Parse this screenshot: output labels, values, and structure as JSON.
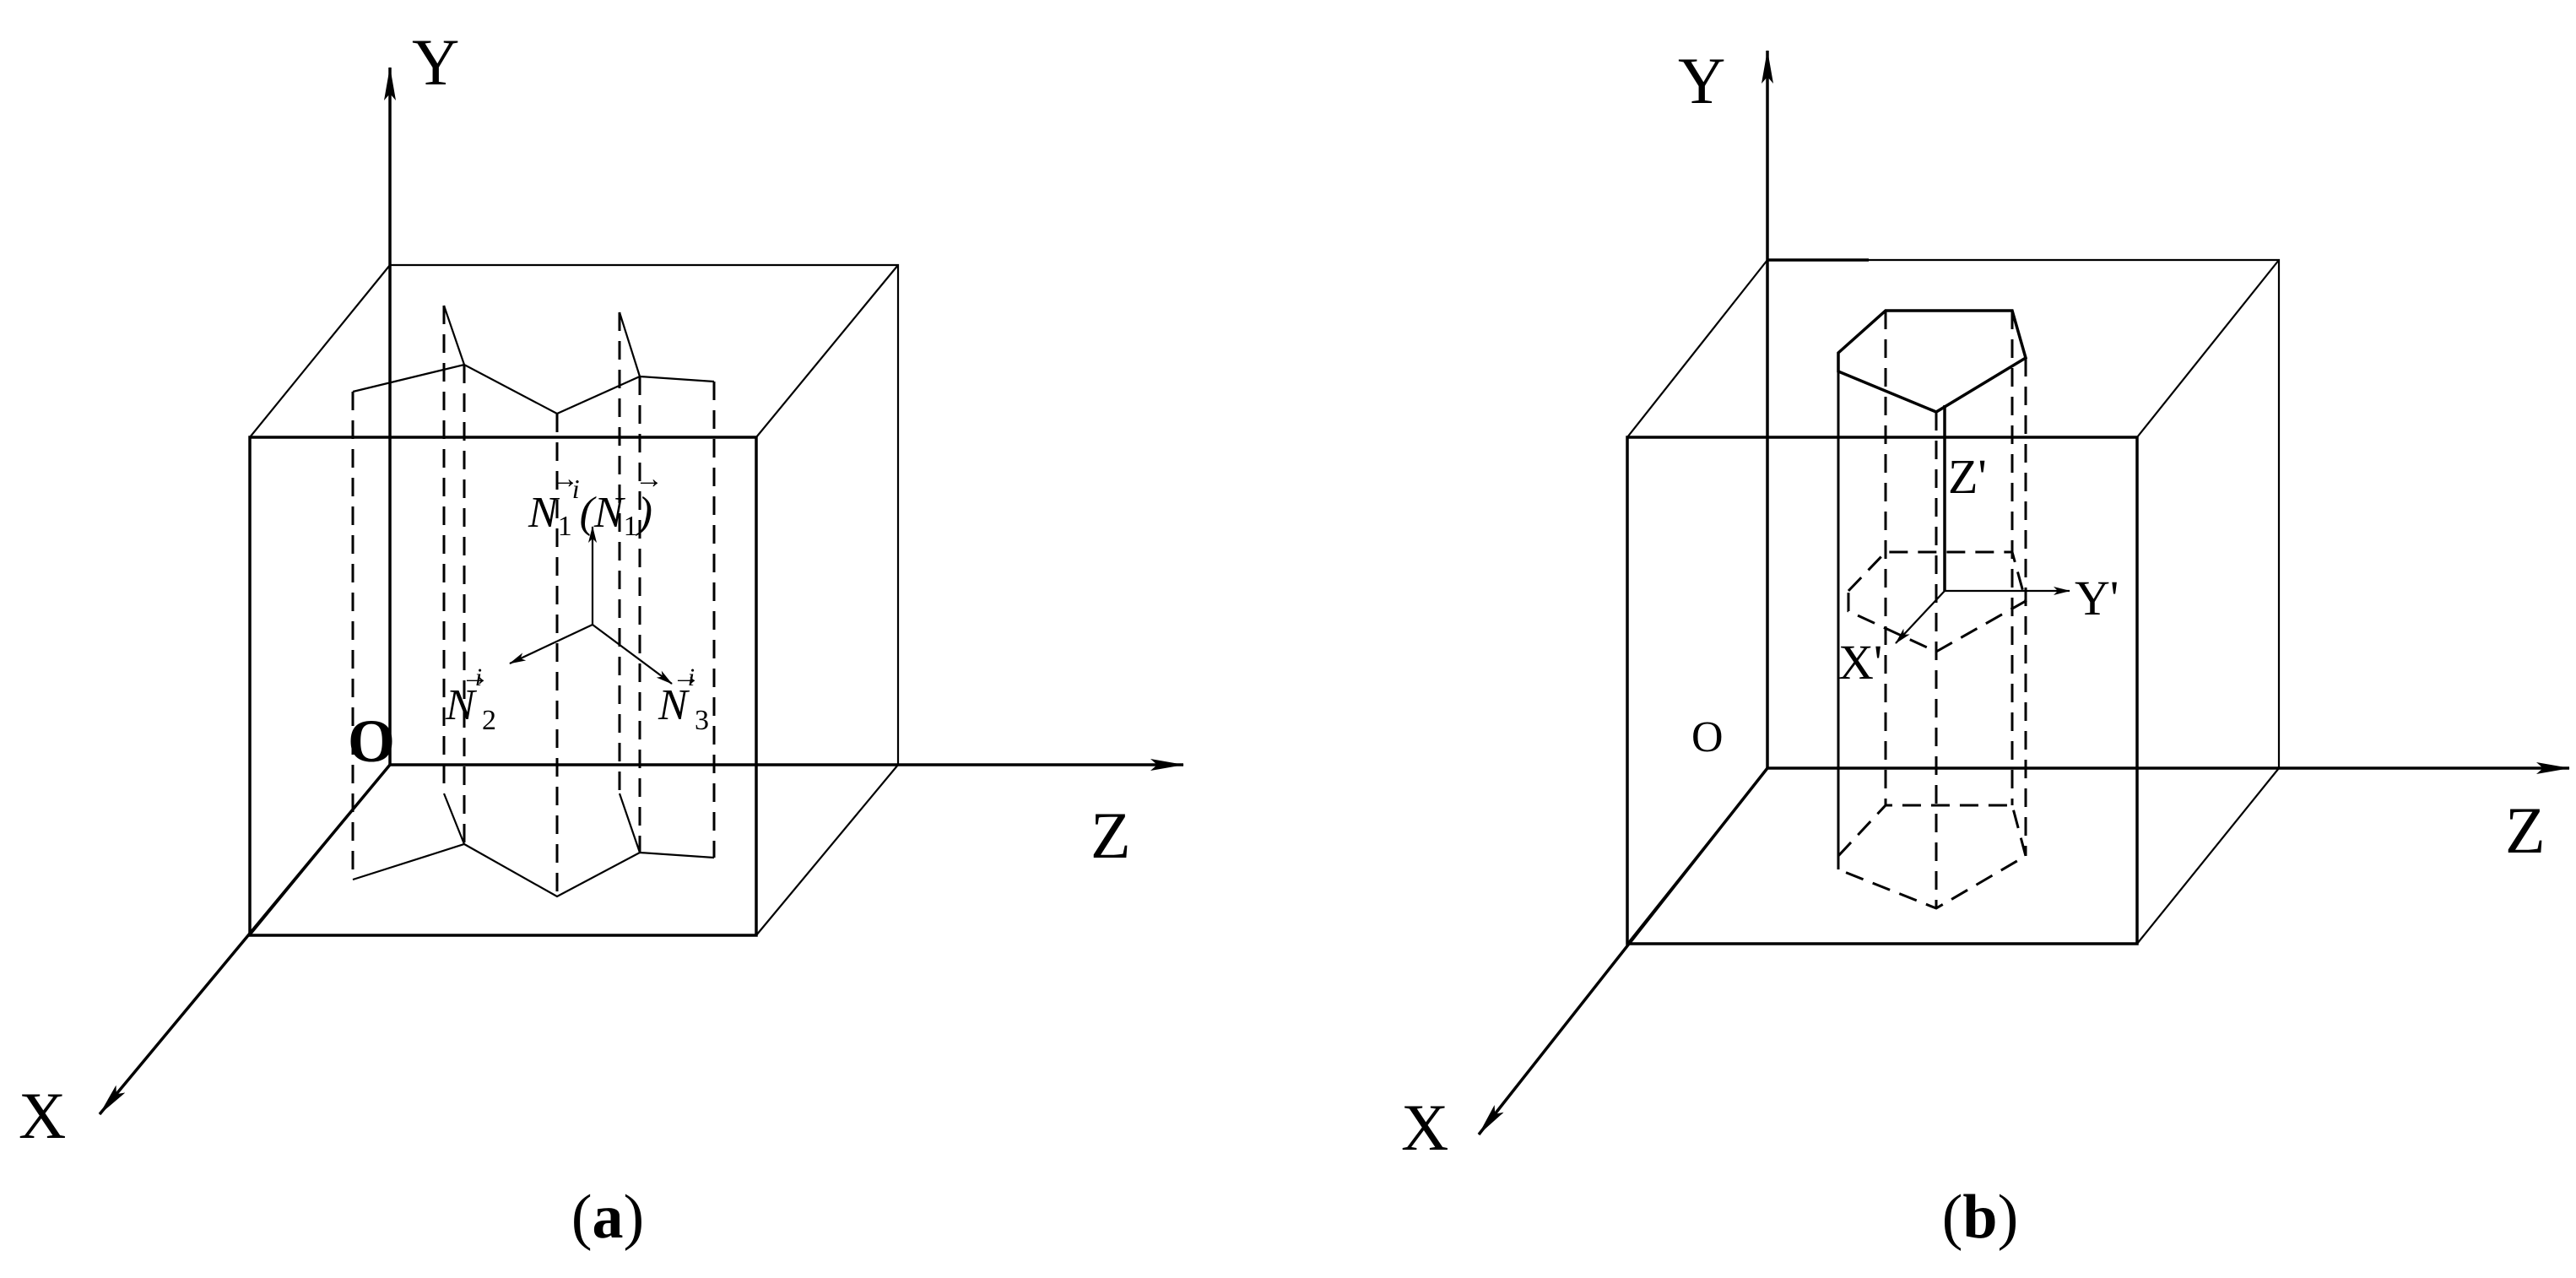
{
  "panel_a": {
    "axis_y": "Y",
    "axis_x": "X",
    "axis_z": "Z",
    "origin": "O",
    "vector_n1": "N",
    "vector_n1_sub": "1",
    "vector_n1_paren": "(N",
    "vector_n1_paren_sub": "1",
    "vector_n1_close": ")",
    "vector_n2": "N",
    "vector_n2_sub": "2",
    "vector_n3": "N",
    "vector_n3_sub": "3",
    "prime_mark": "i",
    "caption_open": "(",
    "caption_letter": "a",
    "caption_close": ")"
  },
  "panel_b": {
    "axis_y": "Y",
    "axis_x": "X",
    "axis_z": "Z",
    "origin": "O",
    "local_z": "Z'",
    "local_y": "Y'",
    "local_x": "X'",
    "caption_open": "(",
    "caption_letter": "b",
    "caption_close": ")"
  }
}
